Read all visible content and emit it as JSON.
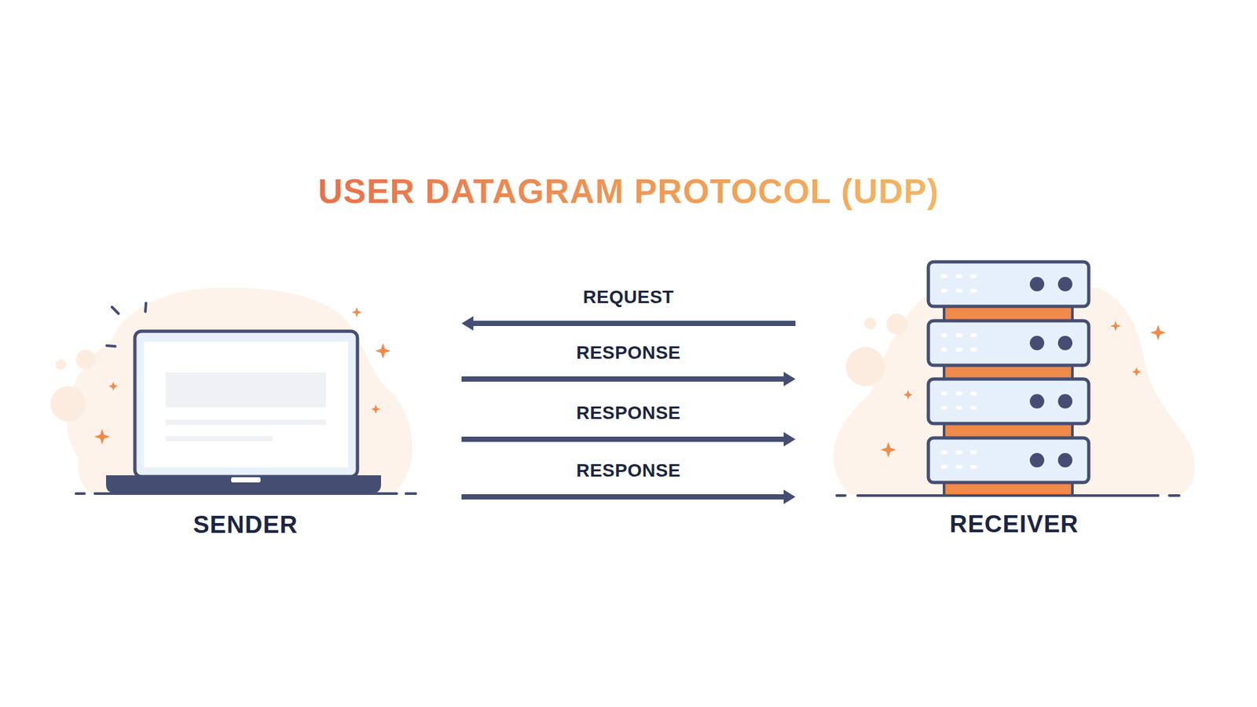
{
  "diagram": {
    "title": "USER DATAGRAM PROTOCOL (UDP)",
    "nodes": [
      {
        "text": [
          "SENDER"
        ]
      },
      {
        "text": [
          "RECEIVER"
        ]
      }
    ],
    "edges": [
      {
        "from": 1,
        "to": 0,
        "label": "REQUEST",
        "arrow": "to"
      },
      {
        "from": 0,
        "to": 1,
        "label": "RESPONSE",
        "arrow": "to"
      },
      {
        "from": 0,
        "to": 1,
        "label": "RESPONSE",
        "arrow": "to"
      },
      {
        "from": 0,
        "to": 1,
        "label": "RESPONSE",
        "arrow": "to"
      }
    ]
  }
}
